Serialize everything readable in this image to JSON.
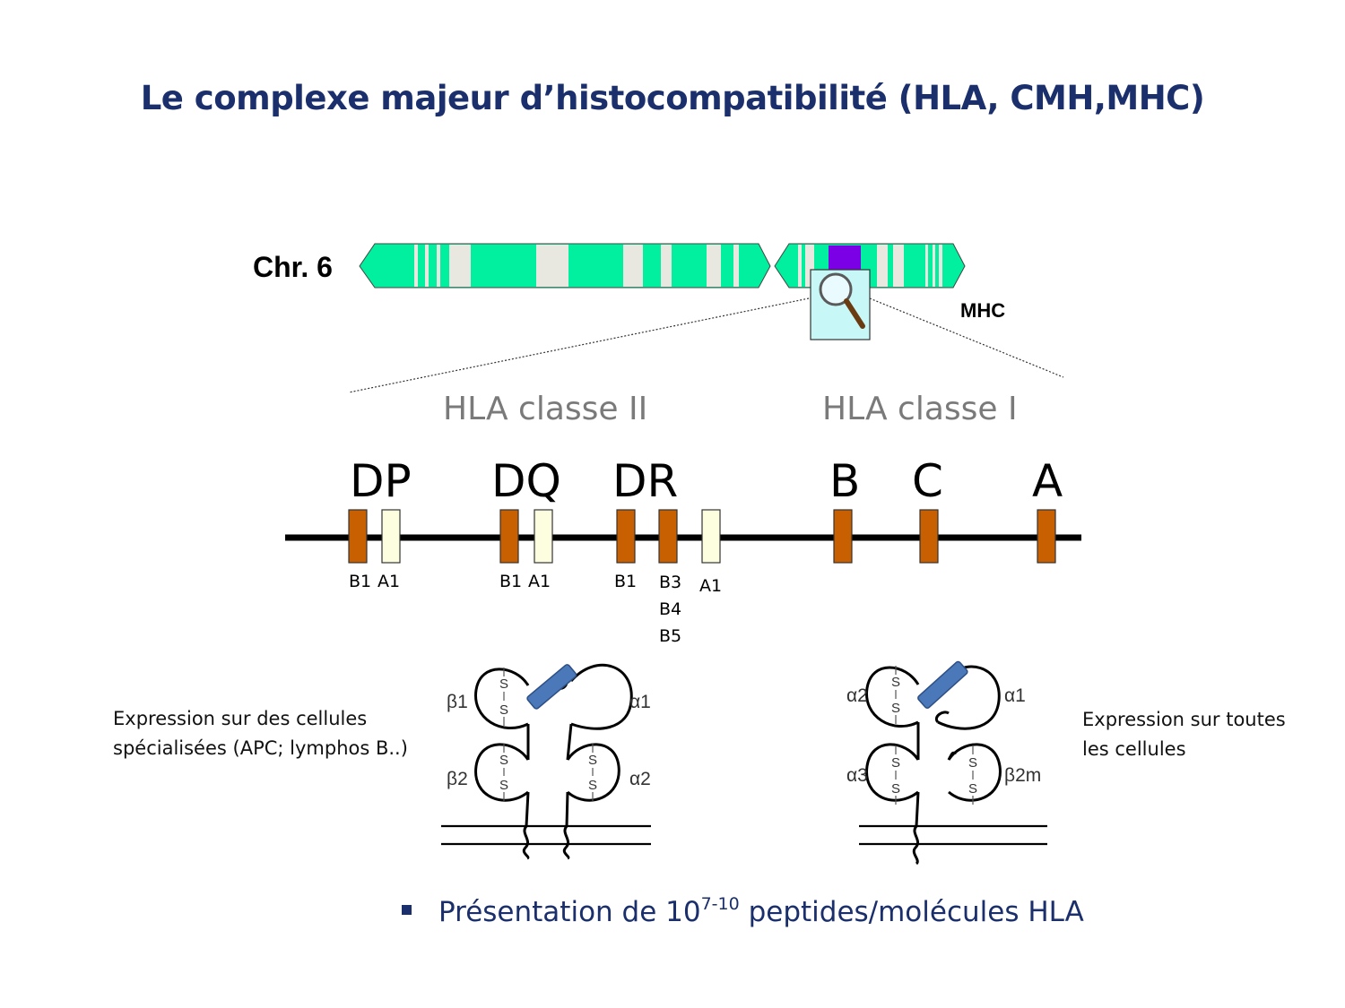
{
  "title": "Le complexe majeur d’histocompatibilité (HLA, CMH,MHC)",
  "chromosome": {
    "label": "Chr. 6",
    "region_label": "MHC"
  },
  "classes": {
    "class_ii": "HLA classe II",
    "class_i": "HLA classe I"
  },
  "loci": [
    "DP",
    "DQ",
    "DR",
    "B",
    "C",
    "A"
  ],
  "genes": {
    "dp_b": "B1",
    "dp_a": "A1",
    "dq_b": "B1",
    "dq_a": "A1",
    "dr_b1": "B1",
    "dr_b3": "B3",
    "dr_b4": "B4",
    "dr_b5": "B5",
    "dr_a": "A1"
  },
  "molecules": {
    "class_ii": {
      "b1": "β1",
      "a1": "α1",
      "b2": "β2",
      "a2": "α2"
    },
    "class_i": {
      "a2": "α2",
      "a1": "α1",
      "a3": "α3",
      "b2m": "β2m"
    },
    "disulfide": "S"
  },
  "expression": {
    "class_ii_line1": "Expression sur des cellules",
    "class_ii_line2": "spécialisées (APC; lymphos B..)",
    "class_i_line1": "Expression sur toutes",
    "class_i_line2": "les cellules"
  },
  "bullet": {
    "pre": "Présentation de 10",
    "sup": "7-10",
    "post": " peptides/molécules HLA"
  },
  "colors": {
    "title": "#1a2f6b",
    "chromosome_band": "#00f0a0",
    "chromosome_gap": "#e8e8e0",
    "mhc_band": "#7b00e6",
    "gene_b": "#c85f00",
    "gene_a": "#fdfde0",
    "peptide": "#4a78b8",
    "magnifier_bg": "#c8f7f7"
  },
  "icons": [
    "magnifier-icon"
  ]
}
